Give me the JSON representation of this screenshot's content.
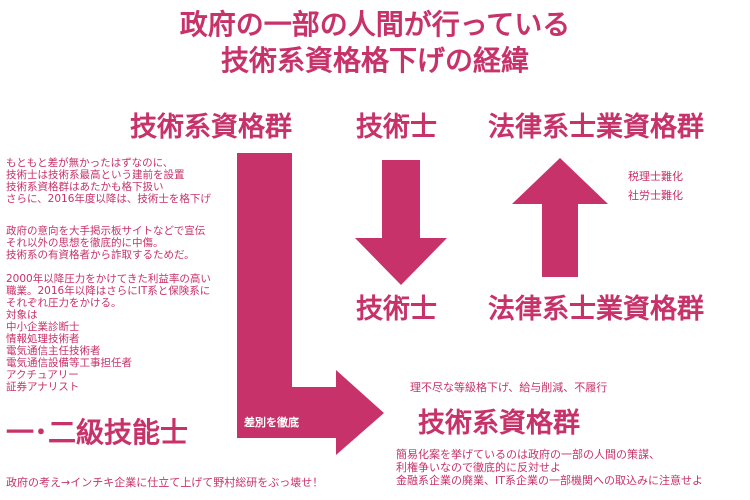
{
  "colors": {
    "accent": "#c8326a",
    "background": "#ffffff"
  },
  "title": {
    "line1": "政府の一部の人間が行っている",
    "line2": "技術系資格格下げの経緯"
  },
  "headers": {
    "left": "技術系資格群",
    "middle": "技術士",
    "right": "法律系士業資格群"
  },
  "left_notes": {
    "block1": [
      "もともと差が無かったはずなのに、",
      "技術士は技術系最高という建前を設置",
      "技術系資格群はあたかも格下扱い",
      "さらに、2016年度以降は、技術士を格下げ"
    ],
    "block2": [
      "政府の意向を大手掲示板サイトなどで宣伝",
      "それ以外の思想を徹底的に中傷。",
      "技術系の有資格者から詐取するためだ。"
    ],
    "block3": [
      "2000年以降圧力をかけてきた利益率の高い",
      "職業。2016年以降はさらにIT系と保険系に",
      "それぞれ圧力をかける。",
      "対象は",
      "中小企業診断士",
      "情報処理技術者",
      "電気通信主任技術者",
      "電気通信設備等工事担任者",
      "アクチュアリー",
      "証券アナリスト"
    ]
  },
  "right_notes": [
    "税理士難化",
    "社労士難化"
  ],
  "lower": {
    "middle": "技術士",
    "right": "法律系士業資格群",
    "skill": "一･二級技能士",
    "discrimination_label": "差別を徹底",
    "demotion_note": "理不尽な等級格下げ、給与削減、不履行",
    "tech_group": "技術系資格群",
    "bottom_left": "政府の考え→インチキ企業に仕立て上げて野村総研をぶっ壊せ！",
    "bottom_right": [
      "簡易化案を挙げているのは政府の一部の人間の策謀、",
      "利権争いなので徹底的に反対せよ",
      "金融系企業の廃業、IT系企業の一部機関への取込みに注意せよ"
    ]
  }
}
